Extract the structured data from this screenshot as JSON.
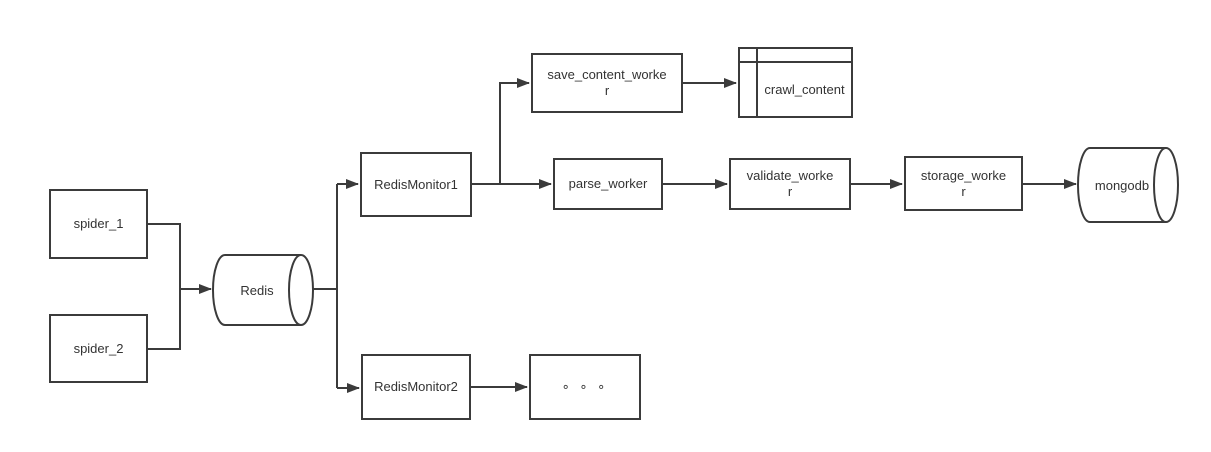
{
  "colors": {
    "background": "#ffffff",
    "stroke": "#3b3b3b",
    "text": "#333333"
  },
  "nodes": {
    "spider_1": {
      "label": "spider_1"
    },
    "spider_2": {
      "label": "spider_2"
    },
    "redis": {
      "label": "Redis",
      "shape": "cylinder"
    },
    "redis_monitor1": {
      "label": "RedisMonitor1"
    },
    "redis_monitor2": {
      "label": "RedisMonitor2"
    },
    "save_content_worker": {
      "label": "save_content_worke\nr"
    },
    "crawl_content": {
      "label": "crawl_content",
      "shape": "table"
    },
    "parse_worker": {
      "label": "parse_worker"
    },
    "validate_worker": {
      "label": "validate_worke\nr"
    },
    "storage_worker": {
      "label": "storage_worke\nr"
    },
    "mongodb": {
      "label": "mongodb",
      "shape": "cylinder"
    },
    "ellipsis": {
      "label": "∘ ∘ ∘"
    }
  },
  "edges": [
    {
      "from": "spider_1",
      "to": "redis"
    },
    {
      "from": "spider_2",
      "to": "redis"
    },
    {
      "from": "redis",
      "to": "redis_monitor1"
    },
    {
      "from": "redis",
      "to": "redis_monitor2"
    },
    {
      "from": "redis_monitor1",
      "to": "save_content_worker"
    },
    {
      "from": "redis_monitor1",
      "to": "parse_worker"
    },
    {
      "from": "save_content_worker",
      "to": "crawl_content"
    },
    {
      "from": "parse_worker",
      "to": "validate_worker"
    },
    {
      "from": "validate_worker",
      "to": "storage_worker"
    },
    {
      "from": "storage_worker",
      "to": "mongodb"
    },
    {
      "from": "redis_monitor2",
      "to": "ellipsis"
    }
  ]
}
